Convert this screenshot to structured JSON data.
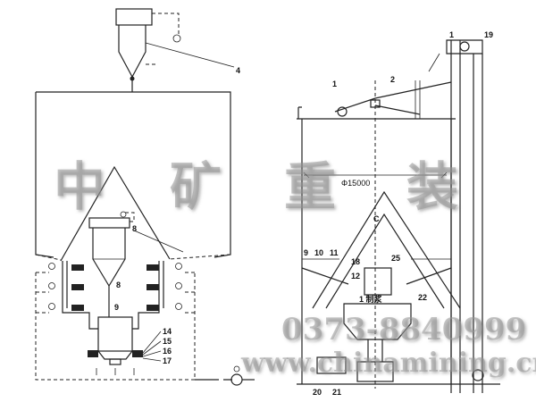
{
  "left_diagram": {
    "labels": [
      "4",
      "8",
      "8",
      "9",
      "14",
      "15",
      "16",
      "17"
    ]
  },
  "right_diagram": {
    "dimension": "Φ15000",
    "labels": [
      "1",
      "2",
      "1",
      "19",
      "C",
      "9",
      "10",
      "11",
      "25",
      "12",
      "18",
      "1 制浆",
      "20",
      "21",
      "22"
    ]
  },
  "watermark": {
    "chars": [
      "中",
      "矿",
      "重",
      "装"
    ],
    "phone": "0373-8840999",
    "website": "www.chinamining.cn"
  }
}
